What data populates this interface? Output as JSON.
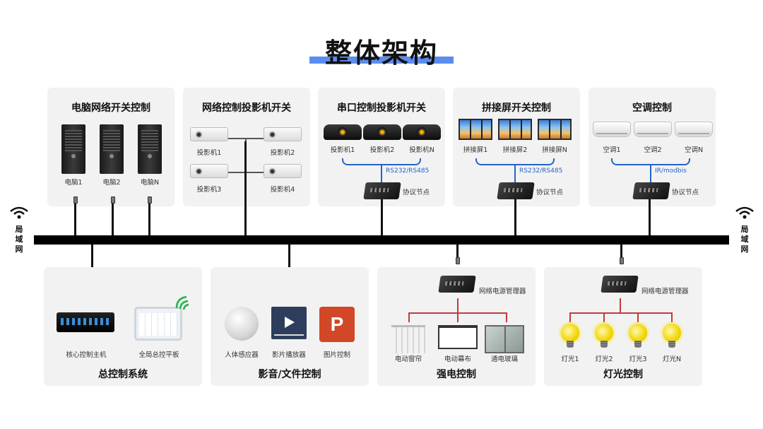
{
  "title": "整体架构",
  "lan_label": [
    "局",
    "域",
    "网"
  ],
  "colors": {
    "title_underline": "#5b8df0",
    "protocol_blue": "#2563c9",
    "power_red": "#c43a3a",
    "bus": "#000000"
  },
  "top_panels": [
    {
      "title": "电脑网络开关控制",
      "devices": [
        "电脑1",
        "电脑2",
        "电脑N"
      ]
    },
    {
      "title": "网络控制投影机开关",
      "devices": [
        "投影机1",
        "投影机2",
        "投影机3",
        "投影机4"
      ]
    },
    {
      "title": "串口控制投影机开关",
      "devices": [
        "投影机1",
        "投影机2",
        "投影机N"
      ],
      "protocol": "RS232/RS485",
      "node": "协议节点"
    },
    {
      "title": "拼接屏开关控制",
      "devices": [
        "拼接屏1",
        "拼接屏2",
        "拼接屏N"
      ],
      "protocol": "RS232/RS485",
      "node": "协议节点"
    },
    {
      "title": "空调控制",
      "devices": [
        "空调1",
        "空调2",
        "空调N"
      ],
      "protocol": "IR/modbis",
      "node": "协议节点"
    }
  ],
  "bottom_panels": [
    {
      "title": "总控制系统",
      "devices": [
        "核心控制主机",
        "全局总控平板"
      ]
    },
    {
      "title": "影音/文件控制",
      "devices": [
        "人体感应器",
        "影片播放器",
        "图片控制"
      ]
    },
    {
      "title": "强电控制",
      "manager": "网络电源管理器",
      "devices": [
        "电动窗帘",
        "电动幕布",
        "通电玻璃"
      ]
    },
    {
      "title": "灯光控制",
      "manager": "网络电源管理器",
      "devices": [
        "灯光1",
        "灯光2",
        "灯光3",
        "灯光N"
      ]
    }
  ]
}
